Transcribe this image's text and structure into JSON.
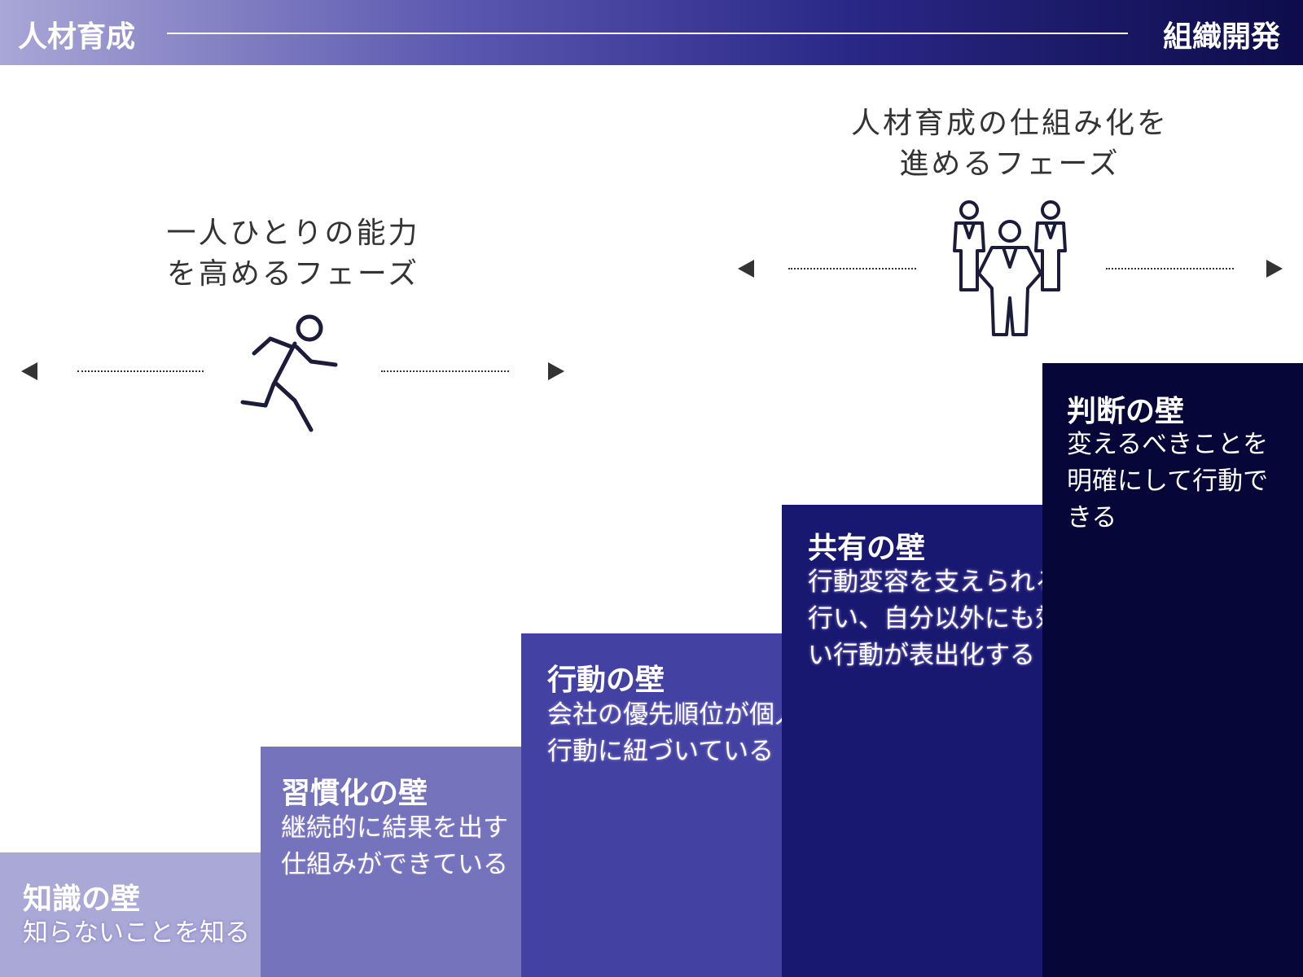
{
  "header": {
    "left_label": "人材育成",
    "right_label": "組織開発"
  },
  "phases": {
    "individual": {
      "lines": [
        "一人ひとりの能力",
        "を高めるフェーズ"
      ],
      "icon": "running-person-icon"
    },
    "organization": {
      "lines": [
        "人材育成の仕組み化を",
        "進めるフェーズ"
      ],
      "icon": "team-people-icon"
    }
  },
  "steps": [
    {
      "title": "知識の壁",
      "desc": [
        "知らないことを知る"
      ],
      "color": "#a9a8d6"
    },
    {
      "title": "習慣化の壁",
      "desc": [
        "継続的に結果を出す",
        "仕組みができている"
      ],
      "color": "#7473bc"
    },
    {
      "title": "行動の壁",
      "desc": [
        "会社の優先順位が個人の",
        "行動に紐づいている"
      ],
      "color": "#4341a2"
    },
    {
      "title": "共有の壁",
      "desc": [
        "行動変容を支えられる組織共有を",
        "行い、自分以外にも効果効率の高",
        "い行動が表出化する"
      ],
      "color": "#191870"
    },
    {
      "title": "判断の壁",
      "desc": [
        "変えるべきことを",
        "明確にして行動で",
        "きる"
      ],
      "color": "#060638"
    }
  ]
}
